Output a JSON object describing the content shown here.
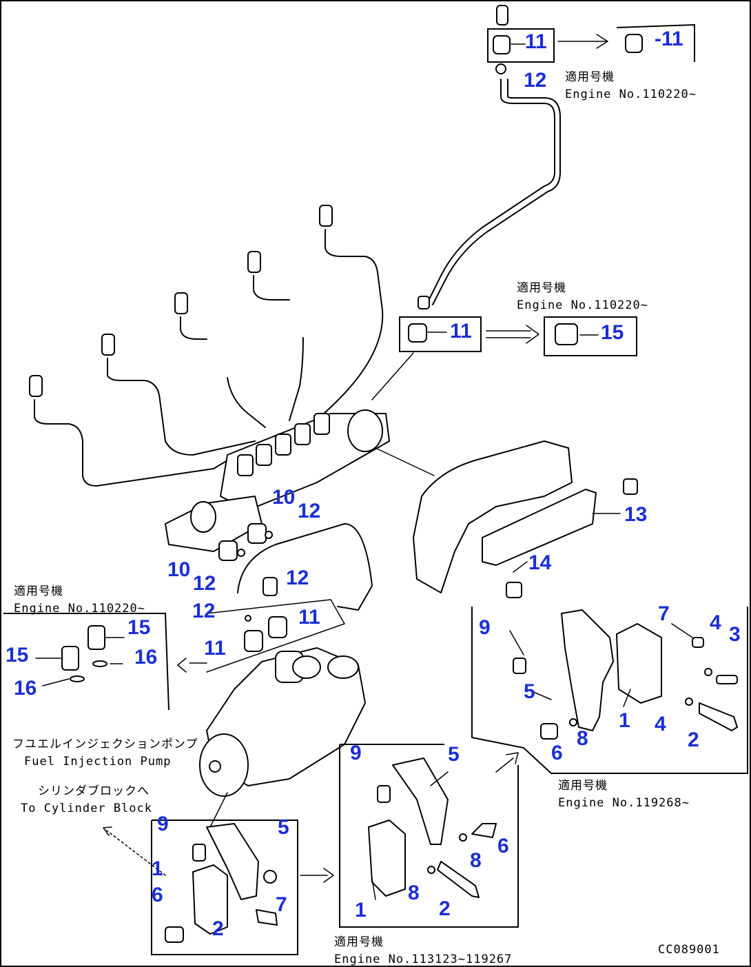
{
  "colors": {
    "callout": "#1a2fd6",
    "line": "#000000",
    "background": "#ffffff"
  },
  "notes": {
    "top_applicable_jp": "適用号機",
    "top_applicable_en": "Engine No.110220~",
    "mid_applicable_jp": "適用号機",
    "mid_applicable_en": "Engine No.110220~",
    "left_applicable_jp": "適用号機",
    "left_applicable_en": "Engine No.110220~",
    "pump_jp": "フユエルインジェクションポンプ",
    "pump_en": "Fuel Injection Pump",
    "block_jp": "シリンダブロックへ",
    "block_en": "To Cylinder Block",
    "right_applicable_jp": "適用号機",
    "right_applicable_en": "Engine No.119268~",
    "bottom_applicable_jp": "適用号機",
    "bottom_applicable_en": "Engine No.113123~119267",
    "drawing_code": "CC089001"
  },
  "callouts": {
    "c_top_11": "11",
    "c_top_11b": "-11",
    "c_top_12": "12",
    "c_mid_11": "11",
    "c_mid_15": "15",
    "c_10a": "10",
    "c_12a": "12",
    "c_10b": "10",
    "c_12b": "12",
    "c_12c": "12",
    "c_12d": "12",
    "c_11a": "11",
    "c_11b": "11",
    "c_13": "13",
    "c_14": "14",
    "c_left_15a": "15",
    "c_left_15b": "15",
    "c_left_16a": "16",
    "c_left_16b": "16",
    "c_r_9": "9",
    "c_r_7": "7",
    "c_r_4a": "4",
    "c_r_3": "3",
    "c_r_5": "5",
    "c_r_1": "1",
    "c_r_4b": "4",
    "c_r_8": "8",
    "c_r_2": "2",
    "c_r_6": "6",
    "c_m_9": "9",
    "c_m_5": "5",
    "c_m_6": "6",
    "c_m_8a": "8",
    "c_m_8b": "8",
    "c_m_2": "2",
    "c_m_1": "1",
    "c_l_9": "9",
    "c_l_5": "5",
    "c_l_1": "1",
    "c_l_6": "6",
    "c_l_7": "7",
    "c_l_2": "2"
  }
}
